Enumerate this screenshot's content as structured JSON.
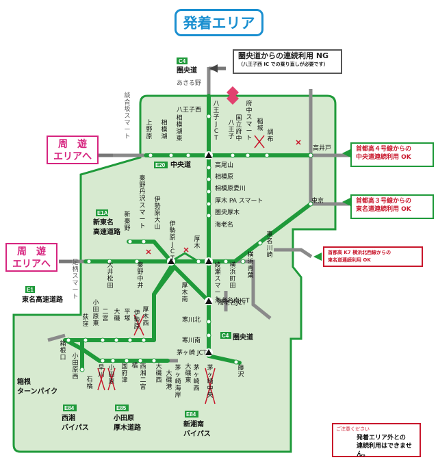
{
  "title": "発着エリア",
  "area_label_lines": [
    "周　遊",
    "エリアへ"
  ],
  "callouts": {
    "ken_o_ng": [
      "圏央道からの連続利用 NG",
      "（八王子西 IC での乗り直しが必要です）"
    ],
    "shutoko4": [
      "首都高４号線からの",
      "中央道連続利用 OK"
    ],
    "shutoko3": [
      "首都高３号線からの",
      "東名道連続利用 OK"
    ],
    "shutoko_k7": [
      "首都高 K7 横浜北西線からの",
      "東名道連続利用 OK"
    ]
  },
  "notice": {
    "small": "ご注意ください",
    "lines": [
      "発着エリア外との",
      "連続利用はできません。"
    ]
  },
  "road_codes": {
    "c4_top": "C4",
    "c4_mid": "C4",
    "e20": "E20",
    "e1a": "E1A",
    "e1": "E1",
    "e84a": "E84",
    "e84b": "E84",
    "e85": "E85"
  },
  "roads": {
    "kenodo_top": "圏央道",
    "akiruno": "あきる野",
    "chuodo": "中央道",
    "shintomei": [
      "新東名",
      "高速道路"
    ],
    "tomei": "東名高速道路",
    "kenodo_mid": "圏央道",
    "hakone": [
      "箱根",
      "ターンパイク"
    ],
    "seisho": [
      "西湘",
      "バイパス"
    ],
    "odawara_atsugi": [
      "小田原",
      "厚木道路"
    ],
    "shinshonan": [
      "新湘南",
      "バイパス"
    ]
  },
  "interchanges": {
    "hachioji_nishi": "八王子西",
    "hachioji_jct": "八王子JCT",
    "fuchu_smart": "府中スマート",
    "dangozaka": "談合坂スマート",
    "uenohara": "上野原",
    "sagamiko": "相模湖",
    "sagamiko_higashi": "相模湖東",
    "hachioji": "八王子",
    "kunitachi_fuchu": "国立府中",
    "inagi": "稲城",
    "chofu": "調布",
    "takaido": "高井戸",
    "takaosan": "高尾山",
    "sagamihara": "相模原",
    "sagamihara_aikawa": "相模原愛川",
    "atsugi_pa": "厚木 PA スマート",
    "ken_atsugi": "圏央厚木",
    "ebina_top": "海老名",
    "tokyo": "東京",
    "tomei_kawasaki": "東名川崎",
    "yokohama_aoba": "横浜青葉",
    "yokohama_machida": "横浜町田",
    "ayase": "綾瀬スマート",
    "ebina_jct": "海老名JCT",
    "atsugi": "厚木",
    "isehara_jct": "伊勢原JCT",
    "isehara_oyama": "伊勢原大山",
    "hadano_tanzawa": "秦野丹沢スマート",
    "shinhadano": "新秦野",
    "ashigara": "足柄スマート",
    "oimatsuda": "大井松田",
    "hadano_nakai": "秦野中井",
    "atsugi_minami": "厚木南",
    "ebina_minami_jct": "海老名南JCT",
    "samukawa_kita": "寒川北",
    "samukawa_minami": "寒川南",
    "chigasaki_jct": "茅ヶ崎 JCT",
    "fujisawa": "藤沢",
    "chigasaki_kaigan": "茅ヶ崎海岸",
    "chigasaki_nishi": "茅ヶ崎西",
    "chigasaki_chuo": "茅ヶ崎中央",
    "odawara_higashi": "小田原東",
    "ninomiya": "二宮",
    "oiso": "大磯",
    "hiratsuka": "平塚",
    "isehara": "伊勢原",
    "atsugi_nishi": "厚木西",
    "ogikubo": "荻窪",
    "hakoneguchi": "箱根口",
    "odawara_nishi": "小田原西",
    "ishibashi": "石橋",
    "hayakawa": "早川",
    "odawara": "小田原",
    "kokufutsu": "国府津",
    "tachibana": "橘",
    "nishishonan_ninomiya": "西湘二宮",
    "oiso_nishi": "大磯西",
    "oiso_ko": "大磯港",
    "oiso_higashi": "大磯東"
  }
}
